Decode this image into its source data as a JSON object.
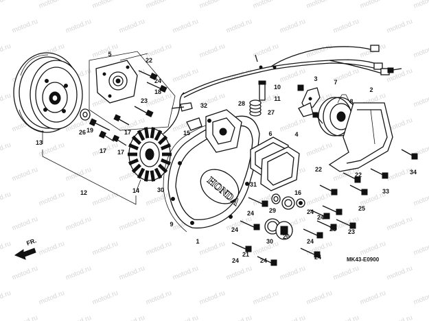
{
  "watermark": "motod.ru",
  "diagram_code": "MK43-E0900",
  "direction_label": "FR.",
  "brand_marking": "HONDA",
  "callouts": [
    "1",
    "2",
    "3",
    "4",
    "5",
    "6",
    "7",
    "8",
    "9",
    "10",
    "11",
    "12",
    "13",
    "14",
    "15",
    "16",
    "17",
    "17",
    "17",
    "18",
    "19",
    "20",
    "21",
    "22",
    "22",
    "22",
    "23",
    "23",
    "23",
    "24",
    "24",
    "24",
    "24",
    "24",
    "24",
    "24",
    "24",
    "24",
    "25",
    "26",
    "27",
    "28",
    "29",
    "30",
    "30",
    "31",
    "32",
    "33",
    "34"
  ]
}
